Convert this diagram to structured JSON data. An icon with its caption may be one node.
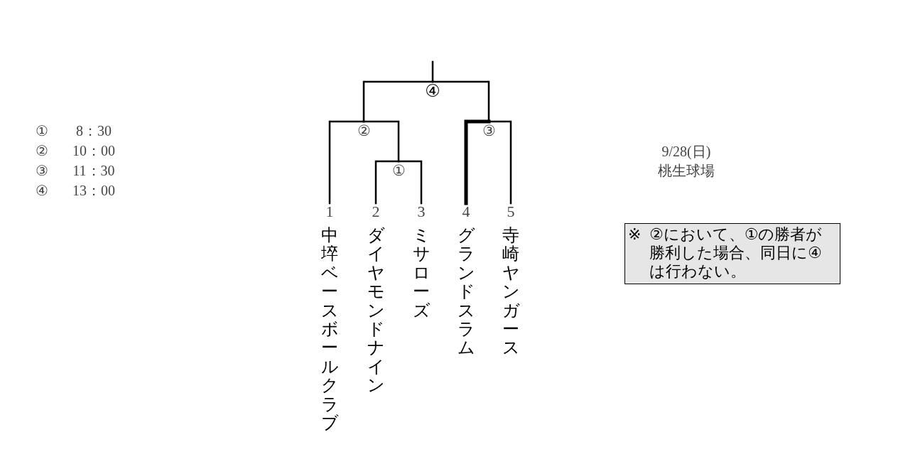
{
  "diagram": {
    "nodes": [
      {
        "text": [
          "④"
        ]
      },
      {
        "text": [
          "②"
        ]
      },
      {
        "text": [
          "③"
        ]
      },
      {
        "text": [
          "①"
        ]
      },
      {
        "text": [
          "1",
          "中埣ベースボールクラブ"
        ]
      },
      {
        "text": [
          "2",
          "ダイヤモンドナイン"
        ]
      },
      {
        "text": [
          "3",
          "ミサローズ"
        ]
      },
      {
        "text": [
          "4",
          "グランドスラム"
        ]
      },
      {
        "text": [
          "5",
          "寺崎ヤンガース"
        ]
      },
      {
        "text": [
          "※",
          "②において、①の勝者が勝利した場合、同日に④は行わない。"
        ]
      }
    ],
    "edges": [
      {
        "from": 0,
        "to": null,
        "arrow": "none"
      },
      {
        "from": 1,
        "to": 0,
        "arrow": "none"
      },
      {
        "from": 2,
        "to": 0,
        "arrow": "none"
      },
      {
        "from": 4,
        "to": 1,
        "arrow": "none"
      },
      {
        "from": 3,
        "to": 1,
        "arrow": "none"
      },
      {
        "from": 5,
        "to": 3,
        "arrow": "none"
      },
      {
        "from": 6,
        "to": 3,
        "arrow": "none"
      },
      {
        "from": 7,
        "to": 2,
        "arrow": "none",
        "style": "thick"
      },
      {
        "from": 8,
        "to": 2,
        "arrow": "none"
      }
    ],
    "labels": [
      "①",
      "8：30",
      "②",
      "10：00",
      "③",
      "11：30",
      "④",
      "13：00",
      "9/28(日)",
      "桃生球場"
    ]
  }
}
